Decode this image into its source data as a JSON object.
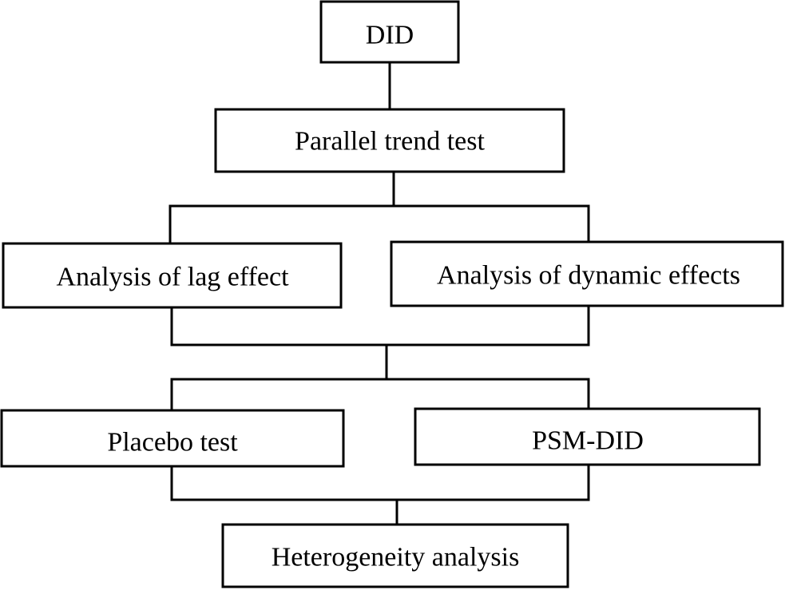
{
  "diagram": {
    "nodes": {
      "did": "DID",
      "parallel": "Parallel trend test",
      "lag": "Analysis of lag effect",
      "dynamic": "Analysis of dynamic effects",
      "placebo": "Placebo test",
      "psm": "PSM-DID",
      "hetero": "Heterogeneity analysis"
    },
    "colors": {
      "stroke": "#000000",
      "fill": "#ffffff",
      "text": "#000000"
    }
  }
}
